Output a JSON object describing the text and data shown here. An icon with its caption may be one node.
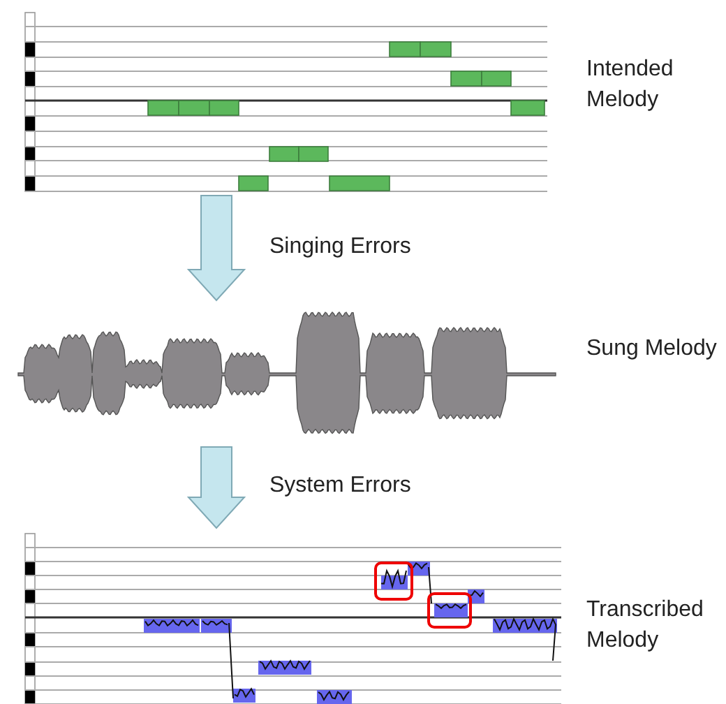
{
  "diagram": {
    "nodes": [
      {
        "text": [],
        "shape": "picture",
        "beside": [
          "Intended Melody"
        ]
      },
      {
        "text": [],
        "shape": "picture",
        "beside": [
          "Sung Melody"
        ]
      },
      {
        "text": [],
        "shape": "picture",
        "beside": [
          "Transcribed Melody"
        ]
      }
    ],
    "edges": [
      {
        "from": 0,
        "to": 1,
        "arrow": "to",
        "label": "Singing Errors"
      },
      {
        "from": 1,
        "to": 2,
        "arrow": "to",
        "label": "System Errors"
      }
    ]
  }
}
